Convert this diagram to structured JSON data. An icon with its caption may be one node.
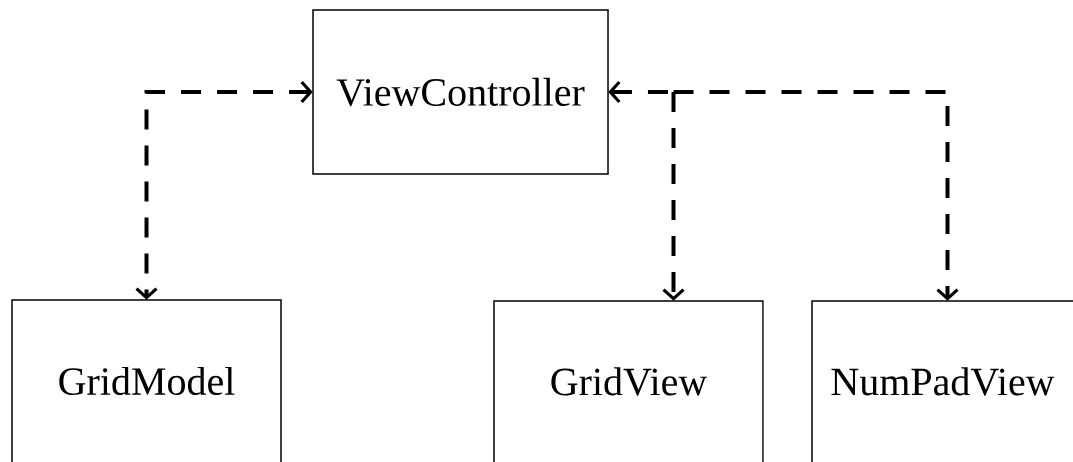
{
  "diagram": {
    "nodes": [
      {
        "text": [
          "ViewController"
        ]
      },
      {
        "text": [
          "GridModel"
        ]
      },
      {
        "text": [
          "GridView"
        ]
      },
      {
        "text": [
          "NumPadView"
        ]
      }
    ],
    "edges": [
      {
        "from": 0,
        "to": 1,
        "arrow": "both",
        "style": "dashed"
      },
      {
        "from": 0,
        "to": 2,
        "arrow": "both",
        "style": "dashed"
      },
      {
        "from": 0,
        "to": 3,
        "arrow": "both",
        "style": "dashed"
      }
    ]
  }
}
